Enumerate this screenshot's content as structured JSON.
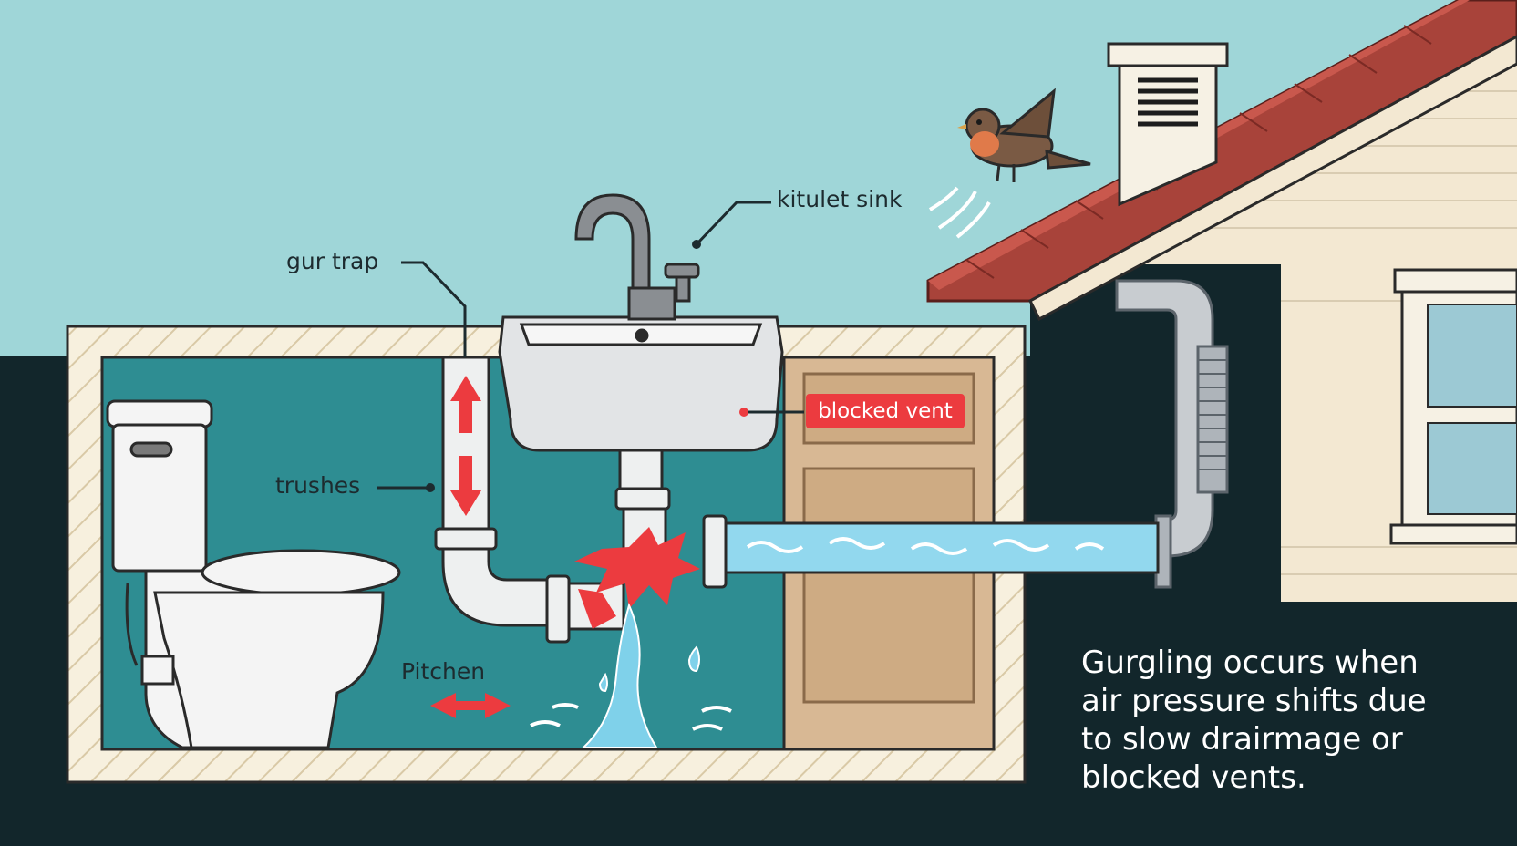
{
  "labels": {
    "kitchen_sink": "kitulet sink",
    "trap": "gur trap",
    "trushes": "trushes",
    "pitchen": "Pitchen",
    "blocked_vent": "blocked vent"
  },
  "caption": {
    "lines": [
      "Gurgling occurs when",
      "air pressure shifts due",
      "to slow drairmage or",
      "blocked vents."
    ]
  },
  "colors": {
    "sky": "#9fd6d8",
    "ground": "#12262b",
    "water_room": "#2e8d92",
    "roof": "#a8433a",
    "house_siding": "#f3e8d2",
    "pipe": "#eef0f0",
    "highlight_red": "#ec3b3f",
    "water": "#7fd1ea"
  }
}
